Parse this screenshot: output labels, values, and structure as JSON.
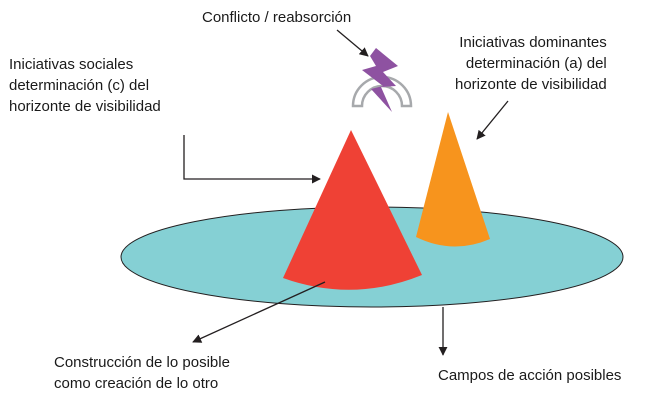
{
  "labels": {
    "conflict": "Conflicto / reabsorción",
    "social": [
      "Iniciativas sociales",
      "determinación (c) del",
      "horizonte de visibilidad"
    ],
    "dominant": [
      "Iniciativas dominantes",
      "determinación (a) del",
      "horizonte de visibilidad"
    ],
    "construction": [
      "Construcción de lo posible",
      "como creación de lo otro"
    ],
    "fields": "Campos de acción posibles"
  },
  "colors": {
    "field": "#85D0D4",
    "social_cone": "#EF4135",
    "dominant_cone": "#F7941D",
    "lightning": "#8E52A1",
    "arch": "#A7A9AC",
    "arrows": "#231F20"
  },
  "icons": {
    "lightning": "lightning-bolt-icon",
    "arch": "half-ring-icon"
  }
}
